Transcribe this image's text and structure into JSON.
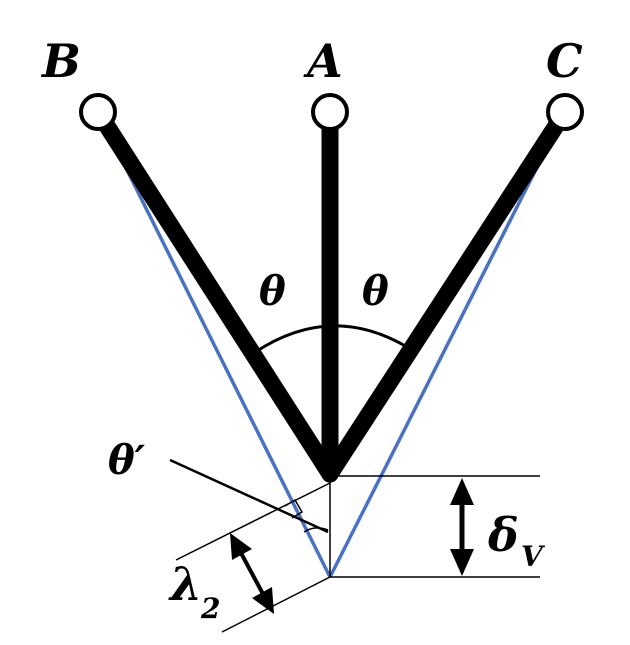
{
  "labels": {
    "node_B": "B",
    "node_A": "A",
    "node_C": "C",
    "theta_left": "θ",
    "theta_right": "θ",
    "theta_prime": "θ′",
    "lambda_main": "λ",
    "lambda_sub": "2",
    "delta_main": "δ",
    "delta_sub": "V"
  },
  "colors": {
    "member": "#000000",
    "deformed": "#4a72c4",
    "background": "#ffffff"
  }
}
